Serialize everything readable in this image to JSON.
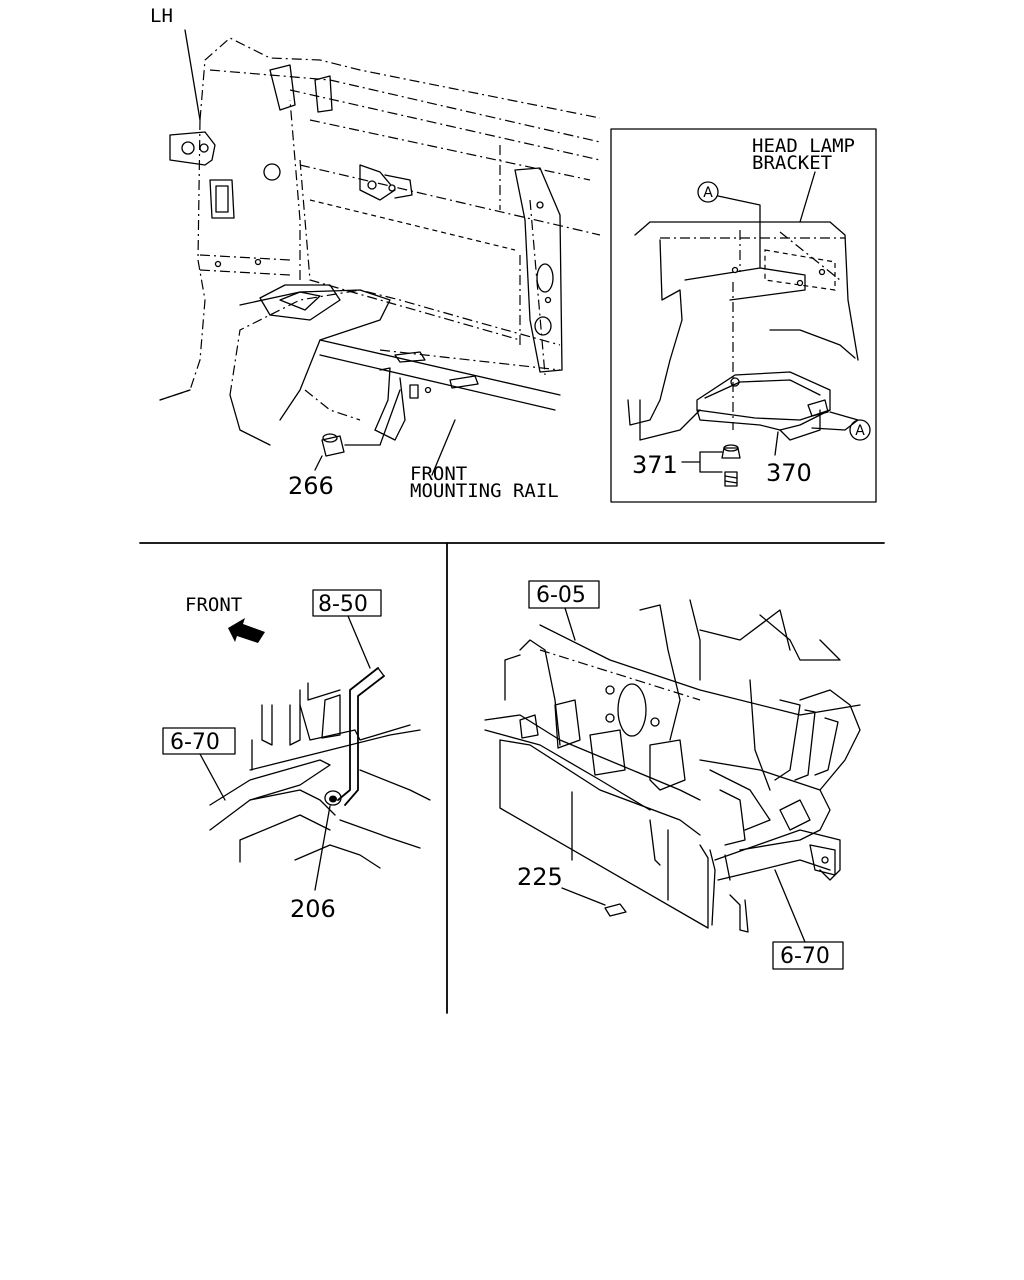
{
  "orientation_label": "LH",
  "top_left": {
    "part_number": "266",
    "callout": [
      "FRONT",
      "MOUNTING RAIL"
    ]
  },
  "inset": {
    "title": [
      "HEAD LAMP",
      "BRACKET"
    ],
    "marker": "A",
    "parts": [
      "371",
      "370"
    ]
  },
  "bottom_left": {
    "direction_label": "FRONT",
    "ref_upper": "8-50",
    "ref_lower": "6-70",
    "part_number": "206"
  },
  "bottom_right": {
    "ref_upper": "6-05",
    "ref_lower": "6-70",
    "part_number": "225"
  }
}
